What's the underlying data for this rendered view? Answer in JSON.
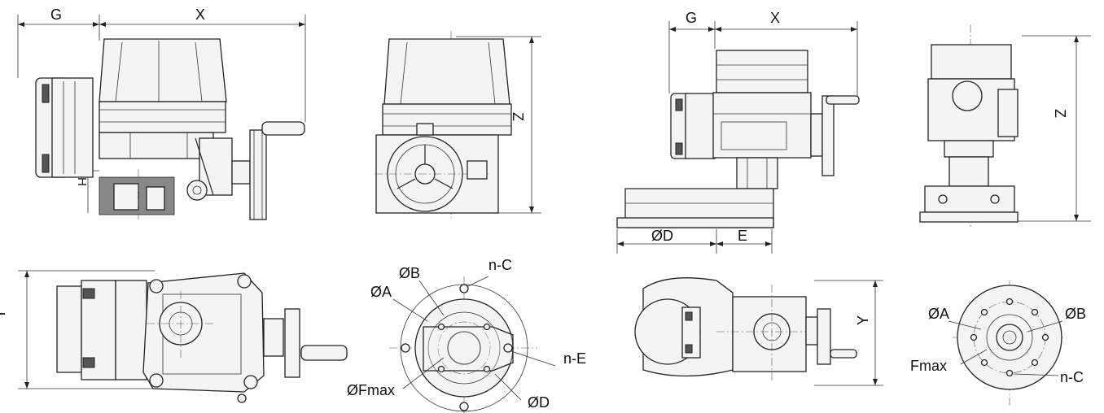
{
  "labels": {
    "v1_g": "G",
    "v1_x": "X",
    "v1_h": "H",
    "v2_z": "Z",
    "v3_y": "Y",
    "v4_oa": "ØA",
    "v4_ob": "ØB",
    "v4_nc": "n-C",
    "v4_ne": "n-E",
    "v4_ofmax": "ØFmax",
    "v4_od": "ØD",
    "v5_g": "G",
    "v5_x": "X",
    "v5_od": "ØD",
    "v5_e": "E",
    "v6_z": "Z",
    "v7_y": "Y",
    "v8_oa": "ØA",
    "v8_ob": "ØB",
    "v8_fmax": "Fmax",
    "v8_nc": "n-C"
  }
}
